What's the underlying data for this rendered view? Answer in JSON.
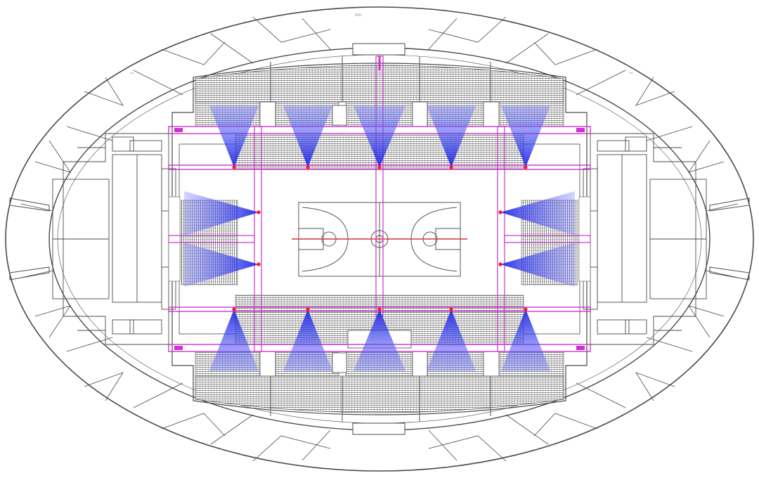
{
  "drawing": {
    "view": "arena-floor-plan",
    "room_labels": [
      "",
      "",
      "",
      ""
    ]
  },
  "colors": {
    "background": "#ffffff",
    "linework": "#4a4a4a",
    "seating": "#6e6e6e",
    "cable_route": "#cc33cc",
    "coverage_cone": "#2f37e6",
    "court_centerline": "#e03030",
    "device_marker": "#ff1a1a"
  },
  "coverage": {
    "device_count": 14,
    "top_row": 5,
    "bottom_row": 5,
    "left_side": 2,
    "right_side": 2
  }
}
